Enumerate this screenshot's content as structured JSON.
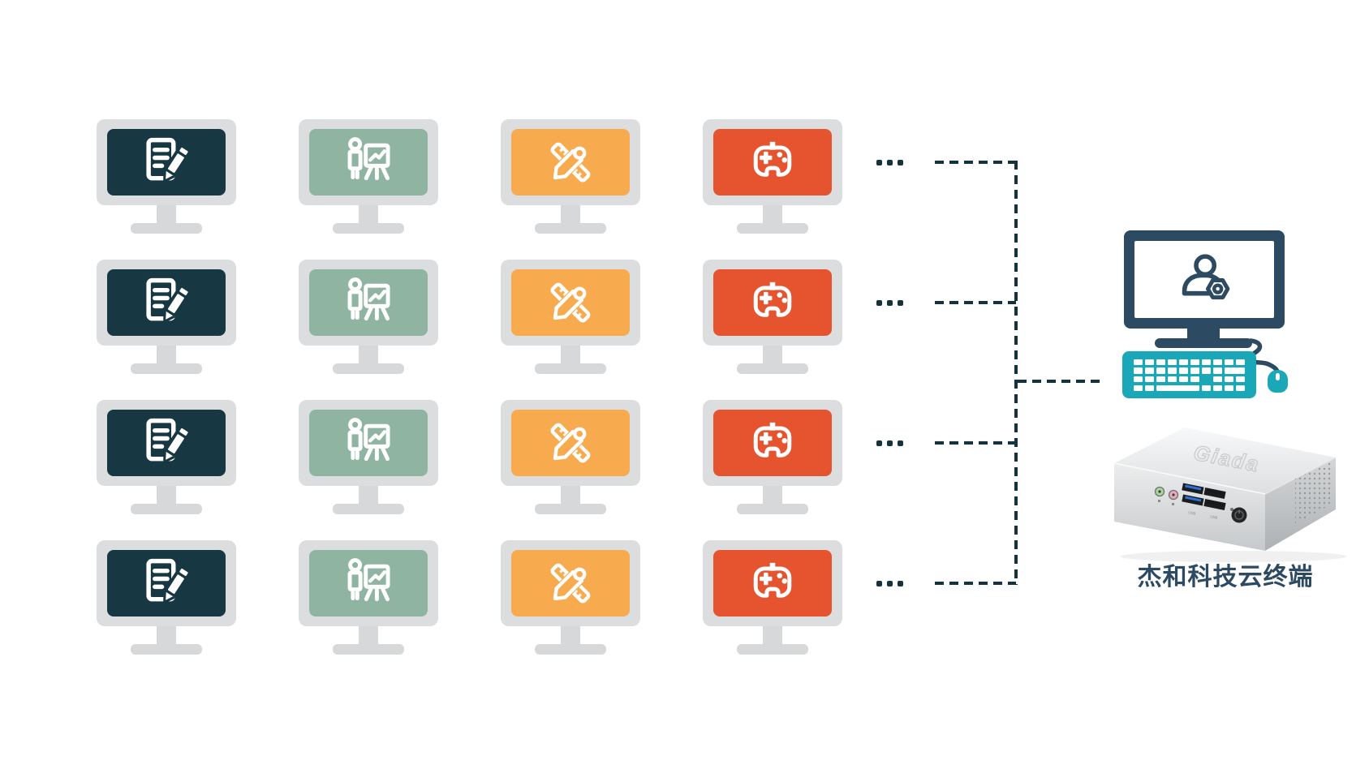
{
  "diagram": {
    "background_color": "#ffffff",
    "connector_color": "#14333f",
    "ellipsis": "...",
    "grid": {
      "rows": 4,
      "monitor_frame_color": "#dcddde",
      "monitor_stand_color": "#d7d8d9",
      "columns": [
        {
          "name": "document-editing",
          "icon": "document-edit-icon",
          "screen_color": "#173743"
        },
        {
          "name": "presentation",
          "icon": "presentation-chart-icon",
          "screen_color": "#8fb5a2"
        },
        {
          "name": "design",
          "icon": "ruler-pencil-icon",
          "screen_color": "#f8ab4e"
        },
        {
          "name": "gaming",
          "icon": "gamepad-icon",
          "screen_color": "#e5532f"
        }
      ]
    },
    "host": {
      "caption": "杰和科技云终端",
      "device_logo": "Giada",
      "device_port_label": "USB",
      "monitor_color": "#2d4a63",
      "screen_icon": "user-gear-icon",
      "peripheral_color": "#1aa8b9"
    }
  }
}
